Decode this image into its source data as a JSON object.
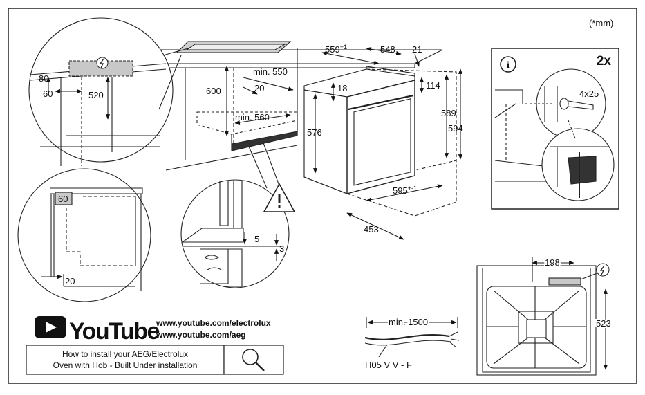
{
  "units_note": "(*mm)",
  "top_left_zoom": {
    "d80": "80",
    "d60": "60",
    "d520": "520"
  },
  "cabinet": {
    "d600": "600",
    "min550": "min. 550",
    "d20": "20",
    "min560": "min. 560"
  },
  "oven": {
    "d559": "559",
    "d559_sup": "+1",
    "d548": "548",
    "d21": "21",
    "d18": "18",
    "d114": "114",
    "d576": "576",
    "d589": "589",
    "d594": "594",
    "d595": "595",
    "d595_sup": "+-1",
    "d453": "453"
  },
  "side_zoom": {
    "d60": "60",
    "d20": "20"
  },
  "warn_zoom": {
    "d5": "5",
    "d3": "3"
  },
  "screw_panel": {
    "qty": "2x",
    "screw": "4x25"
  },
  "cable": {
    "min1500": "min. 1500",
    "type": "H05 V V - F"
  },
  "back_view": {
    "d198": "198",
    "d523": "523"
  },
  "youtube": {
    "logo_text": "YouTube",
    "url1": "www.youtube.com/electrolux",
    "url2": "www.youtube.com/aeg",
    "caption_line1": "How to install your AEG/Electrolux",
    "caption_line2": "Oven with Hob - Built Under installation"
  },
  "icons": {
    "info": "info-icon",
    "lightning": "lightning-icon",
    "warning": "warning-icon",
    "youtube": "youtube-play-icon",
    "search": "magnifier-icon"
  },
  "colors": {
    "line": "#222222",
    "gray": "#c8c8c8",
    "youtube_red": "#111111"
  }
}
